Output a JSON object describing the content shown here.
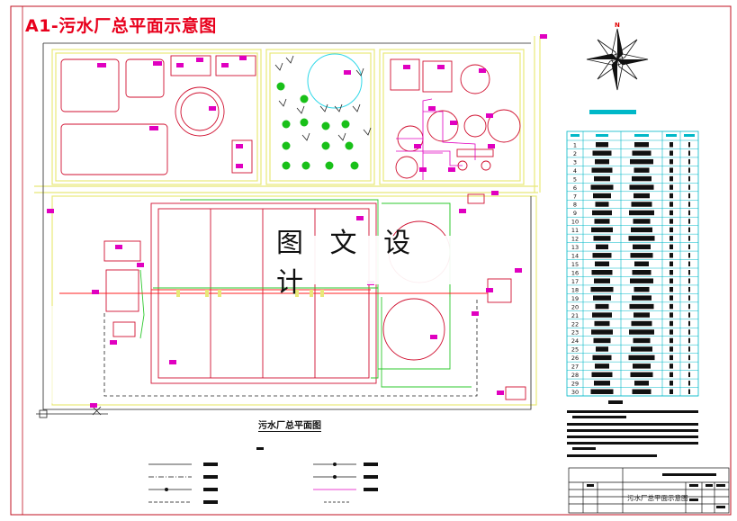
{
  "sheet": {
    "title": "A1-污水厂总平面示意图",
    "watermark": "图 文 设 计",
    "plan_title": "污水厂总平面图",
    "north_mark": "N",
    "drawing_name": "污水厂总平面示意图"
  },
  "colors": {
    "frame": "#c01020",
    "structure": "#d01030",
    "road": "#e8e878",
    "pipe_green": "#2ec82e",
    "pipe_red": "#ff2020",
    "label": "#e000c0",
    "table_line": "#00b8c8",
    "tree": "#19c019",
    "pool_cyan": "#30d8e8"
  },
  "legend_table": {
    "row_numbers": [
      "1",
      "2",
      "3",
      "4",
      "5",
      "6",
      "7",
      "8",
      "9",
      "10",
      "11",
      "12",
      "13",
      "14",
      "15",
      "16",
      "17",
      "18",
      "19",
      "20",
      "21",
      "22",
      "23",
      "24",
      "25",
      "26",
      "27",
      "28",
      "29",
      "30"
    ]
  }
}
